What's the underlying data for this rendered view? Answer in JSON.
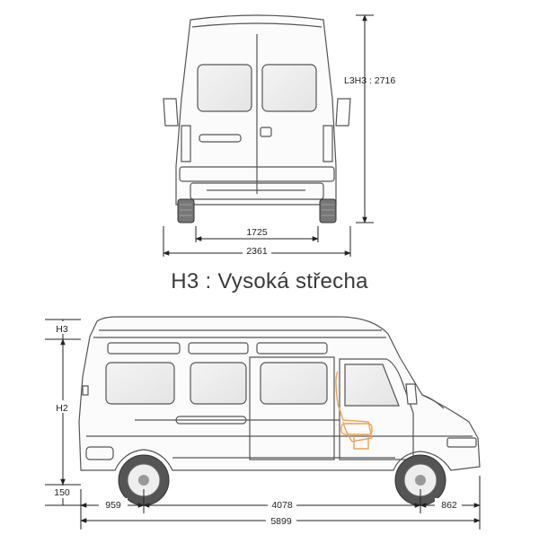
{
  "title": "H3 : Vysoká střecha",
  "rear_view": {
    "height_label": "L3H3 : 2716",
    "track_width": "1725",
    "overall_width": "2361"
  },
  "side_view": {
    "roof_label": "H3",
    "body_label": "H2",
    "ground_clearance": "150",
    "rear_overhang": "959",
    "wheelbase": "4078",
    "front_overhang": "862",
    "overall_length": "5899"
  },
  "colors": {
    "line": "#555555",
    "dim_line": "#222222",
    "seat_accent": "#f0a050"
  }
}
